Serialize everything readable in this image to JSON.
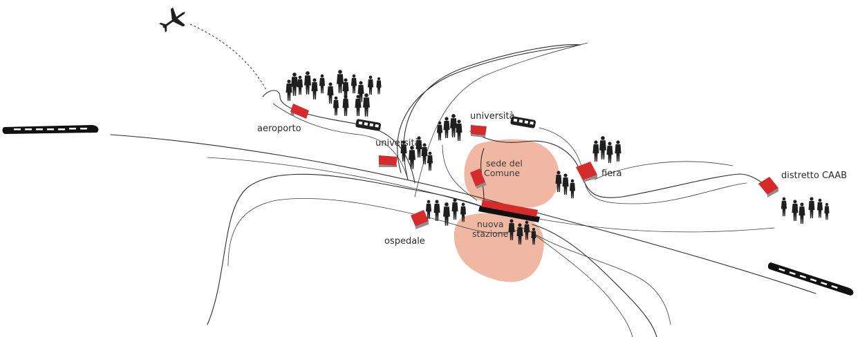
{
  "labels": {
    "aeroporto": "aeroporto",
    "universita_1": "università",
    "universita_2": "università",
    "sede_line1": "sede del",
    "sede_line2": "Comune",
    "fiera": "fiera",
    "distretto": "distretto CAAB",
    "nuova_line1": "nuova",
    "nuova_line2": "stazione",
    "ospedale": "ospedale"
  },
  "colors": {
    "building_red": "#d62b2b",
    "zone_pink": "#f0b8a2",
    "ink": "#1f1f1f"
  },
  "icons": [
    "airplane-icon",
    "train-icon",
    "high-speed-train-icon",
    "crowd-icon",
    "building-icon"
  ]
}
